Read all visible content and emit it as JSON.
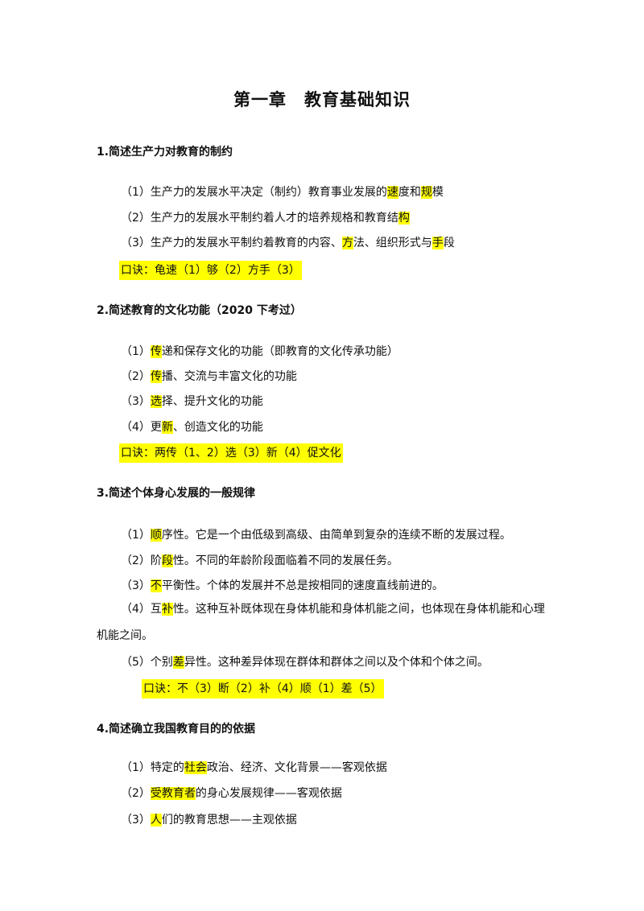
{
  "title": "第一章　教育基础知识",
  "sections": [
    {
      "heading": "1.简述生产力对教育的制约",
      "items": [
        {
          "segs": [
            {
              "t": "（1）生产力的发展水平决定（制约）教育事业发展的"
            },
            {
              "t": "速",
              "hl": true
            },
            {
              "t": "度和"
            },
            {
              "t": "规",
              "hl": true
            },
            {
              "t": "模"
            }
          ]
        },
        {
          "segs": [
            {
              "t": "（2）生产力的发展水平制约着人才的培养规格和教育结"
            },
            {
              "t": "构",
              "hl": true
            }
          ]
        },
        {
          "segs": [
            {
              "t": "（3）生产力的发展水平制约着教育的内容、"
            },
            {
              "t": "方",
              "hl": true
            },
            {
              "t": "法、组织形式与"
            },
            {
              "t": "手",
              "hl": true
            },
            {
              "t": "段"
            }
          ]
        }
      ],
      "mnemonic": "口诀：龟速（1）够（2）方手（3）"
    },
    {
      "heading": "2.简述教育的文化功能（2020 下考过）",
      "items": [
        {
          "segs": [
            {
              "t": "（1）"
            },
            {
              "t": "传",
              "hl": true
            },
            {
              "t": "递和保存文化的功能（即教育的文化传承功能）"
            }
          ]
        },
        {
          "segs": [
            {
              "t": "（2）"
            },
            {
              "t": "传",
              "hl": true
            },
            {
              "t": "播、交流与丰富文化的功能"
            }
          ]
        },
        {
          "segs": [
            {
              "t": "（3）"
            },
            {
              "t": "选",
              "hl": true
            },
            {
              "t": "择、提升文化的功能"
            }
          ]
        },
        {
          "segs": [
            {
              "t": "（4）更"
            },
            {
              "t": "新",
              "hl": true
            },
            {
              "t": "、创造文化的功能"
            }
          ]
        }
      ],
      "mnemonic": "口诀：两传（1、2）选（3）新（4）促文化"
    },
    {
      "heading": "3.简述个体身心发展的一般规律",
      "items": [
        {
          "segs": [
            {
              "t": "（1）"
            },
            {
              "t": "顺",
              "hl": true
            },
            {
              "t": "序性。它是一个由低级到高级、由简单到复杂的连续不断的发展过程。"
            }
          ]
        },
        {
          "segs": [
            {
              "t": "（2）阶"
            },
            {
              "t": "段",
              "hl": true
            },
            {
              "t": "性。不同的年龄阶段面临着不同的发展任务。"
            }
          ]
        },
        {
          "segs": [
            {
              "t": "（3）"
            },
            {
              "t": "不",
              "hl": true
            },
            {
              "t": "平衡性。个体的发展并不总是按相同的速度直线前进的。"
            }
          ]
        },
        {
          "segs": [
            {
              "t": "（4）互"
            },
            {
              "t": "补",
              "hl": true
            },
            {
              "t": "性。这种互补既体现在身体机能和身体机能之间，也体现在身体机能和心理机能之间。"
            }
          ]
        },
        {
          "segs": [
            {
              "t": "（5）个别"
            },
            {
              "t": "差",
              "hl": true
            },
            {
              "t": "异性。这种差异体现在群体和群体之间以及个体和个体之间。"
            }
          ]
        }
      ],
      "mnemonic": "口诀：不（3）断（2）补（4）顺（1）差（5）"
    },
    {
      "heading": "4.简述确立我国教育目的的依据",
      "items": [
        {
          "segs": [
            {
              "t": "（1）特定的"
            },
            {
              "t": "社会",
              "hl": true
            },
            {
              "t": "政治、经济、文化背景——客观依据"
            }
          ]
        },
        {
          "segs": [
            {
              "t": "（2）"
            },
            {
              "t": "受教育者",
              "hl": true
            },
            {
              "t": "的身心发展规律——客观依据"
            }
          ]
        },
        {
          "segs": [
            {
              "t": "（3）"
            },
            {
              "t": "人",
              "hl": true
            },
            {
              "t": "们的教育思想——主观依据"
            }
          ]
        }
      ]
    }
  ]
}
